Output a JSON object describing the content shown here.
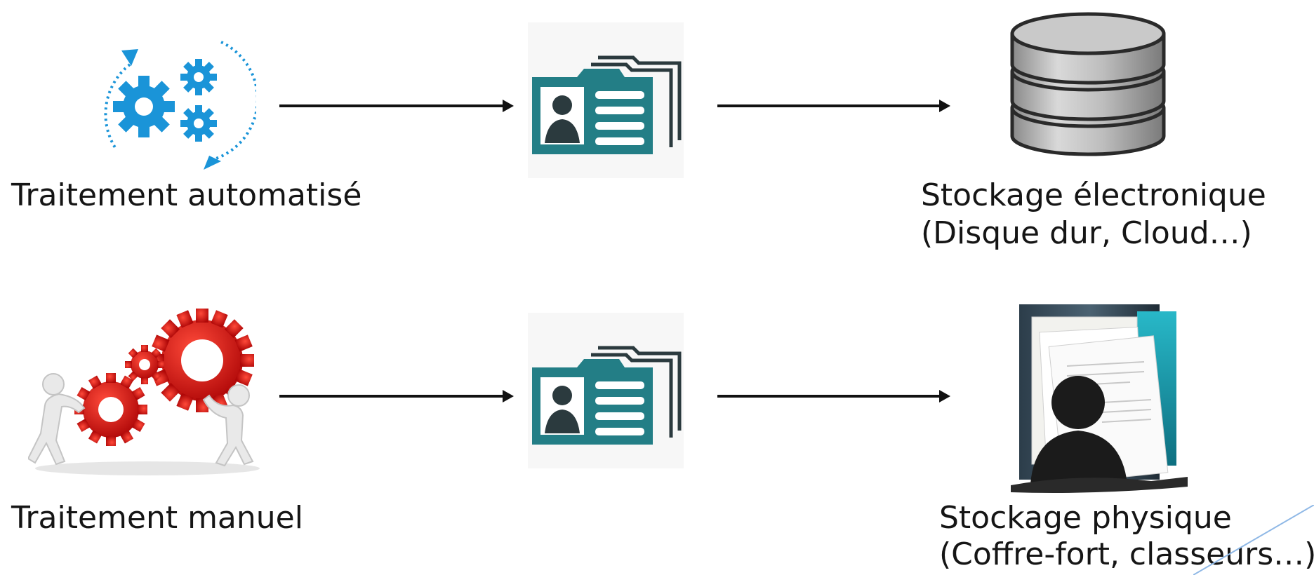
{
  "diagram": {
    "rows": [
      {
        "source_label": "Traitement automatisé",
        "source_icon": "gears-cycle-icon",
        "middle_icon": "personal-data-files-icon",
        "storage_label_line1": "Stockage électronique",
        "storage_label_line2": "(Disque dur, Cloud…)",
        "storage_icon": "database-icon"
      },
      {
        "source_label": "Traitement manuel",
        "source_icon": "people-pushing-gears-icon",
        "middle_icon": "personal-data-files-icon",
        "storage_label_line1": "Stockage physique",
        "storage_label_line2": "(Coffre-fort, classeurs…)",
        "storage_icon": "document-folder-icon"
      }
    ]
  },
  "colors": {
    "teal": "#237e86",
    "blue": "#1a94d8",
    "red": "#d41414",
    "arrow": "#111111"
  }
}
